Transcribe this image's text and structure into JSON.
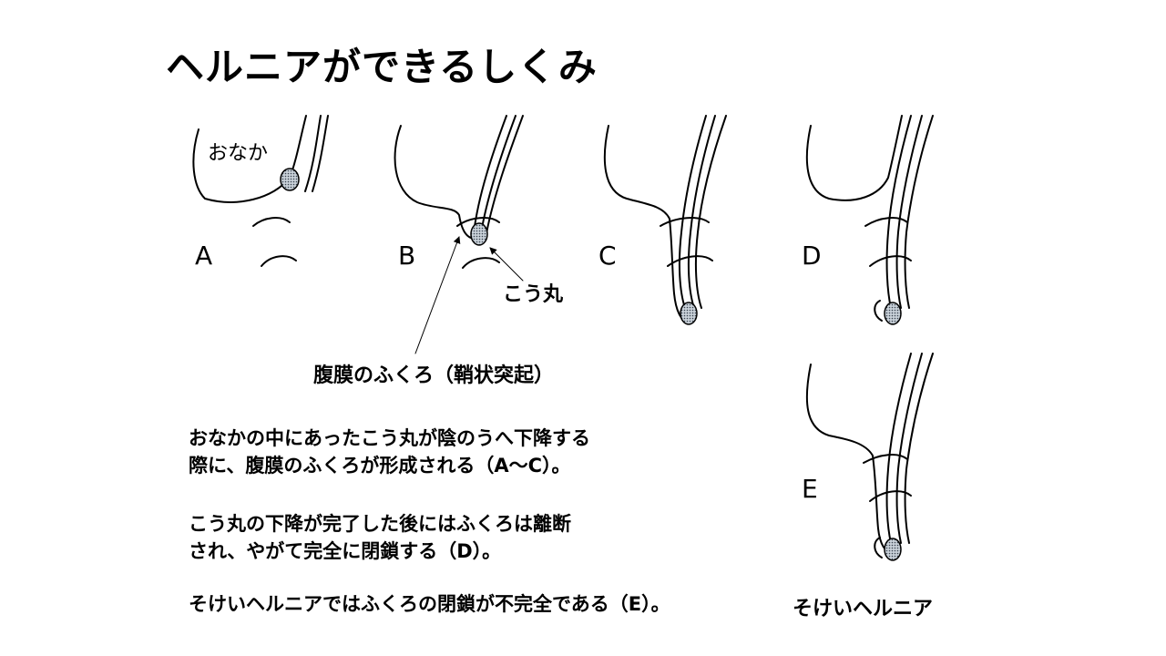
{
  "title": "ヘルニアができるしくみ",
  "panels": [
    "A",
    "B",
    "C",
    "D",
    "E"
  ],
  "labels": {
    "abdomen": "おなか",
    "testis": "こう丸",
    "peritoneal_sac": "腹膜のふくろ（鞘状突起）",
    "hernia": "そけいヘルニア"
  },
  "paragraphs": [
    [
      "おなかの中にあったこう丸が陰のうへ下降する",
      "際に、腹膜のふくろが形成される（A〜C）。"
    ],
    [
      "こう丸の下降が完了した後にはふくろは離断",
      "され、やがて完全に閉鎖する（D）。"
    ],
    [
      "そけいヘルニアではふくろの閉鎖が不完全である（E）。"
    ]
  ],
  "colors": {
    "line": "#000000",
    "testis_fill": "#9aa4ae"
  }
}
